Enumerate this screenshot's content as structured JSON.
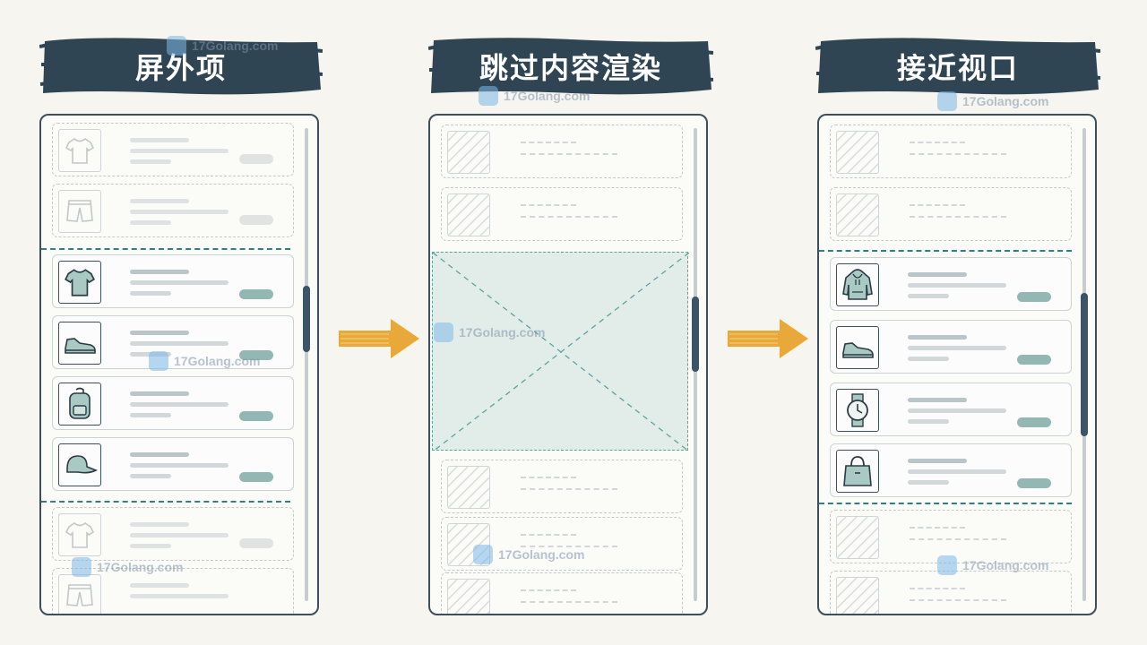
{
  "panels": [
    {
      "title": "屏外项"
    },
    {
      "title": "跳过内容渲染"
    },
    {
      "title": "接近视口"
    }
  ],
  "watermark": {
    "text": "17Golang.com"
  },
  "colors": {
    "title_bg": "#2f4554",
    "arrow": "#e8a93a",
    "viewport_border": "#2f7f86",
    "skip_fill": "#e2ede9",
    "active_pill": "#93b8b3",
    "scroll_thumb": "#3b5468"
  },
  "panel1_items": [
    {
      "icon": "t-shirt-icon",
      "state": "offscreen"
    },
    {
      "icon": "shorts-icon",
      "state": "offscreen"
    },
    {
      "icon": "t-shirt-icon",
      "state": "visible"
    },
    {
      "icon": "sneaker-icon",
      "state": "visible"
    },
    {
      "icon": "backpack-icon",
      "state": "visible"
    },
    {
      "icon": "cap-icon",
      "state": "visible"
    },
    {
      "icon": "t-shirt-icon",
      "state": "offscreen"
    },
    {
      "icon": "shorts-icon",
      "state": "offscreen"
    }
  ],
  "panel3_items": [
    {
      "icon": "placeholder",
      "state": "skipped"
    },
    {
      "icon": "placeholder",
      "state": "skipped"
    },
    {
      "icon": "hoodie-icon",
      "state": "rendered"
    },
    {
      "icon": "sneaker-icon",
      "state": "rendered"
    },
    {
      "icon": "watch-icon",
      "state": "rendered"
    },
    {
      "icon": "handbag-icon",
      "state": "rendered"
    },
    {
      "icon": "placeholder",
      "state": "skipped"
    },
    {
      "icon": "placeholder",
      "state": "skipped"
    }
  ]
}
